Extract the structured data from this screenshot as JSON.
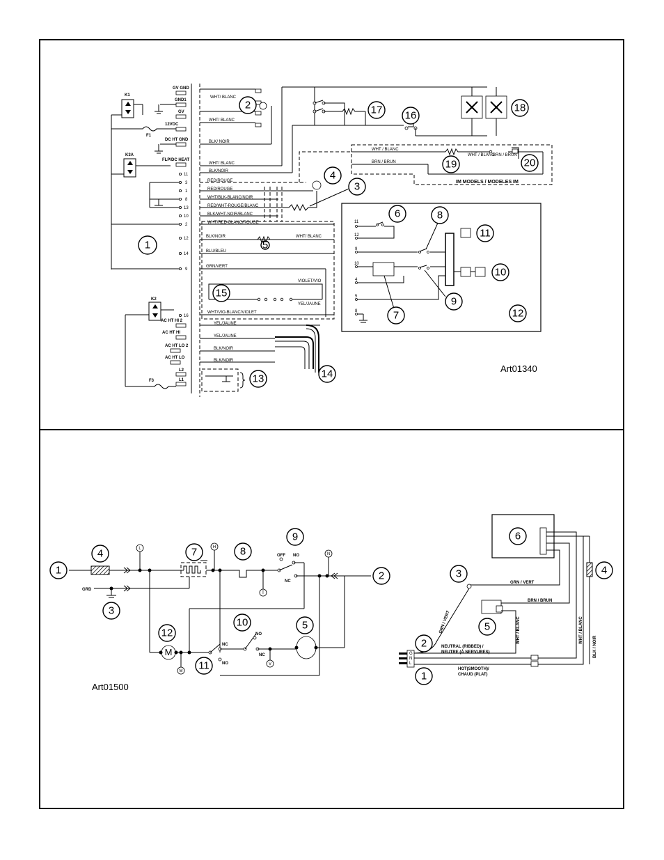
{
  "top_art": {
    "art_number": "Art01340",
    "relays": [
      "K1",
      "K3A",
      "K2"
    ],
    "fuses": [
      "F1",
      "F3"
    ],
    "board_terminals": [
      "GV GND",
      "GND1",
      "GV",
      "12VDC",
      "DC HT GND",
      "FLP/DC HEAT",
      "AC HT HI 2",
      "AC HT HI",
      "AC HT LO 2",
      "AC HT LO",
      "L2",
      "L1"
    ],
    "pin_numbers": [
      "11",
      "3",
      "1",
      "8",
      "13",
      "10",
      "2",
      "12",
      "14",
      "9",
      "16"
    ],
    "wires": [
      "WHT/ BLANC",
      "WHT/ BLANC",
      "BLK/ NOIR",
      "WHT/ BLANC",
      "BLK/NOIR",
      "RED/ROUGE",
      "RED/ROUGE",
      "WHT/BLK-BLANC/NOIR",
      "RED/WHT-ROUGE/BLANC",
      "BLK/WHT-NOIR/BLANC",
      "WHT/RED-BLANC/ROUGE",
      "BLK/NOIR",
      "WHT/ BLANC",
      "BLU/BLEU",
      "GRN/VERT",
      "VIOLET/VIO",
      "YEL/JAUNE",
      "WHT/VIO-BLANC/VIOLET",
      "YEL/JAUNE",
      "YEL/JAUNE",
      "BLK/NOIR",
      "BLK/NOIR"
    ],
    "im_wires": [
      "WHT / BLANC",
      "BRN / BRUN",
      "WHT / BLANC",
      "BRN / BRUN"
    ],
    "im_label": "IM MODELS / MODELES IM",
    "inset_pins": [
      "11",
      "12",
      "9",
      "10",
      "4",
      "5",
      "8"
    ],
    "callouts": [
      "1",
      "2",
      "3",
      "4",
      "5",
      "6",
      "7",
      "8",
      "9",
      "10",
      "11",
      "12",
      "13",
      "14",
      "15",
      "16",
      "17",
      "18",
      "19",
      "20"
    ]
  },
  "bottom_left": {
    "art_number": "Art01500",
    "grd_label": "GRD",
    "nodes": [
      "L",
      "H",
      "T",
      "N",
      "M",
      "V"
    ],
    "switch_labels": [
      "OFF",
      "NO",
      "NC",
      "NC",
      "NO",
      "NO"
    ],
    "callouts": [
      "1",
      "2",
      "3",
      "4",
      "5",
      "7",
      "8",
      "9",
      "10",
      "11",
      "12"
    ]
  },
  "bottom_right": {
    "wires": [
      "GRN / VERT",
      "GRN / VERT",
      "BRN / BRUN",
      "WHT / BLANC",
      "WHT / BLANC",
      "BLK / NOIR"
    ],
    "neutral_line1": "NEUTRAL (RIBBED) /",
    "neutral_line2": "NEUTRE (À NERVURES)",
    "hot_line1": "HOT(SMOOTH)/",
    "hot_line2": "CHAUD (PLAT)",
    "plug_letters": [
      "G",
      "N",
      "L"
    ],
    "callouts": [
      "1",
      "2",
      "3",
      "4",
      "5",
      "6"
    ]
  }
}
